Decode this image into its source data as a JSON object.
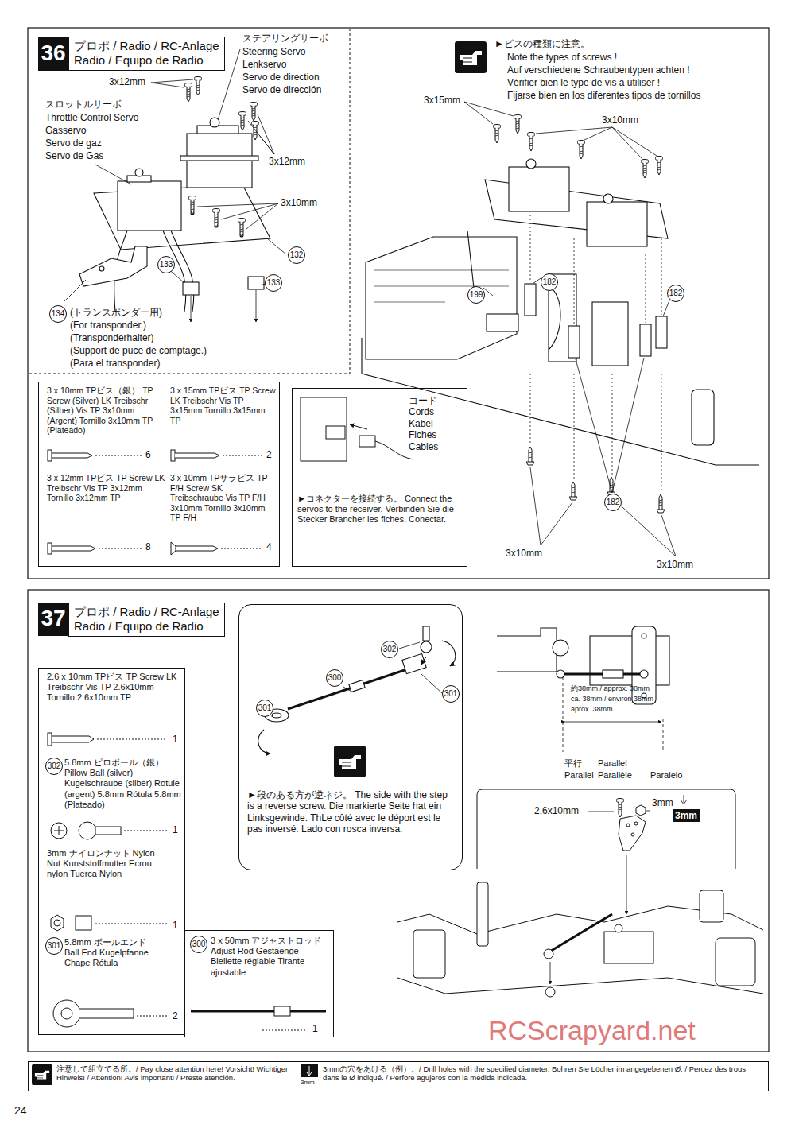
{
  "diagram": {
    "nodes": [
      {
        "text": [
          "36"
        ]
      },
      {
        "text": [
          "プロポ / Radio / RC-Anlage Radio / Equipo de Radio"
        ]
      },
      {
        "text": [
          "3 x 10mm TPビス（銀） TP Screw (Silver) LK Treibschr (Silber) Vis TP 3x10mm (Argent) Tornillo 3x10mm TP (Plateado)",
          "6",
          "3 x 15mm TPビス TP Screw LK Treibschr Vis TP 3x15mm Tornillo 3x15mm TP",
          "2",
          "3 x 12mm TPビス TP Screw LK Treibschr Vis TP 3x12mm Tornillo 3x12mm TP",
          "8",
          "3 x 10mm TPサラビス TP F/H Screw SK Treibschraube Vis TP F/H 3x10mm Tornillo 3x10mm TP F/H",
          "4"
        ]
      },
      {
        "text": [
          "コード Cords Kabel Fiches Cables",
          "►コネクターを接続する。 Connect the servos to the receiver. Verbinden Sie die Stecker Brancher les fiches. Conectar."
        ]
      },
      {
        "text": [
          "37"
        ]
      },
      {
        "text": [
          "プロポ / Radio / RC-Anlage Radio / Equipo de Radio"
        ]
      },
      {
        "text": [
          "2.6 x 10mm TPビス TP Screw LK Treibschr Vis TP 2.6x10mm Tornillo 2.6x10mm TP",
          "1",
          "302",
          "5.8mm ピロボール（銀） Pillow Ball (silver) Kugelschraube (silber) Rotule (argent) 5.8mm Rótula 5.8mm (Plateado)",
          "1",
          "3mm ナイロンナット Nylon Nut Kunststoffmutter Ecrou nylon Tuerca Nylon",
          "1",
          "301",
          "5.8mm ボールエンド Ball End Kugelpfanne Chape Rótula",
          "2"
        ]
      },
      {
        "text": [
          "300",
          "3 x 50mm アジャストロッド Adjust Rod Gestaenge Biellette réglable Tirante ajustable",
          "1"
        ]
      },
      {
        "text": [
          "►段のある方が逆ネジ。 The side with the step is a reverse screw. Die markierte Seite hat ein Linksgewinde. ThLe côté avec le déport est le pas inversé. Lado con rosca inversa."
        ]
      },
      {
        "text": [
          "注意して組立てる所。/ Pay close attention here! Vorsicht! Wichtiger Hinweis! / Attention! Avis important! / Preste atención.",
          "3mmの穴をあける（例）。/ Drill holes with the specified diameter. Bohren Sie Löcher im angegebenen Ø. / Percez des trous dans le Ø indiqué. / Perfore agujeros con la medida indicada."
        ]
      }
    ],
    "labels": [
      "スロットルサーボ",
      "Throttle Control Servo",
      "Gasservo",
      "Servo de gaz",
      "Servo de Gas",
      "3x12mm",
      "ステアリングサーボ",
      "Steering Servo",
      "Lenkservo",
      "Servo de direction",
      "Servo de dirección",
      "3x12mm",
      "3x10mm",
      "132",
      "133",
      "133",
      "134",
      "(トランスポンダー用)",
      "(For transponder.)",
      "(Transponderhalter)",
      "(Support de puce de comptage.)",
      "(Para el transponder)",
      "►ビスの種類に注意。",
      "Note the types of screws !",
      "Auf verschiedene Schraubentypen achten !",
      "Vérifier bien le type de vis à utiliser !",
      "Fijarse bien en los diferentes tipos de tornillos",
      "3x15mm",
      "3x10mm",
      "199",
      "182",
      "182",
      "182",
      "3x10mm",
      "3x10mm",
      "302",
      "300",
      "301",
      "301",
      "約38mm / approx. 38mm",
      "ca. 38mm / environ 38mm",
      "aprox. 38mm",
      "平行",
      "Parallel",
      "Parallel",
      "Parallèle",
      "Paralelo",
      "2.6x10mm",
      "3mm",
      "3mm",
      "3mm",
      "RCScrapyard.net",
      "24"
    ]
  }
}
